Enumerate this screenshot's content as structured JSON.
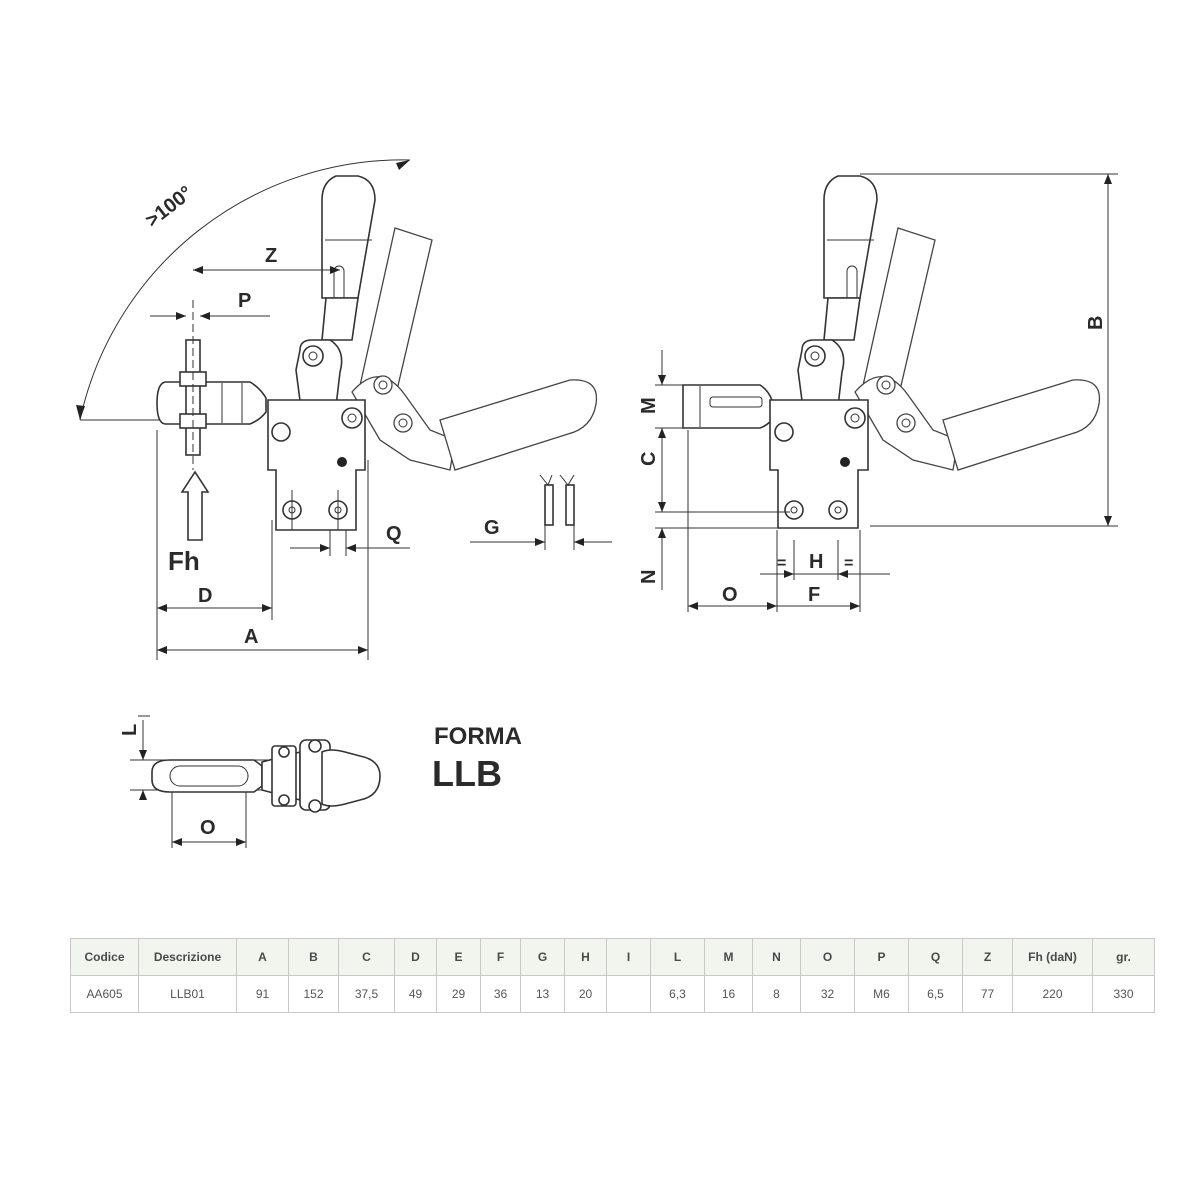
{
  "drawing": {
    "angle_label": ">100°",
    "force_label": "Fh",
    "dimension_labels": {
      "A": "A",
      "B": "B",
      "C": "C",
      "D": "D",
      "F": "F",
      "G": "G",
      "H": "H",
      "L": "L",
      "M": "M",
      "N": "N",
      "O": "O",
      "P": "P",
      "Q": "Q",
      "Z": "Z"
    },
    "equal_marks": [
      "=",
      "="
    ],
    "form_title": "FORMA",
    "form_code": "LLB"
  },
  "table": {
    "headers": [
      "Codice",
      "Descrizione",
      "A",
      "B",
      "C",
      "D",
      "E",
      "F",
      "G",
      "H",
      "I",
      "L",
      "M",
      "N",
      "O",
      "P",
      "Q",
      "Z",
      "Fh (daN)",
      "gr."
    ],
    "rows": [
      [
        "AA605",
        "LLB01",
        "91",
        "152",
        "37,5",
        "49",
        "29",
        "36",
        "13",
        "20",
        "",
        "6,3",
        "16",
        "8",
        "32",
        "M6",
        "6,5",
        "77",
        "220",
        "330"
      ]
    ]
  }
}
